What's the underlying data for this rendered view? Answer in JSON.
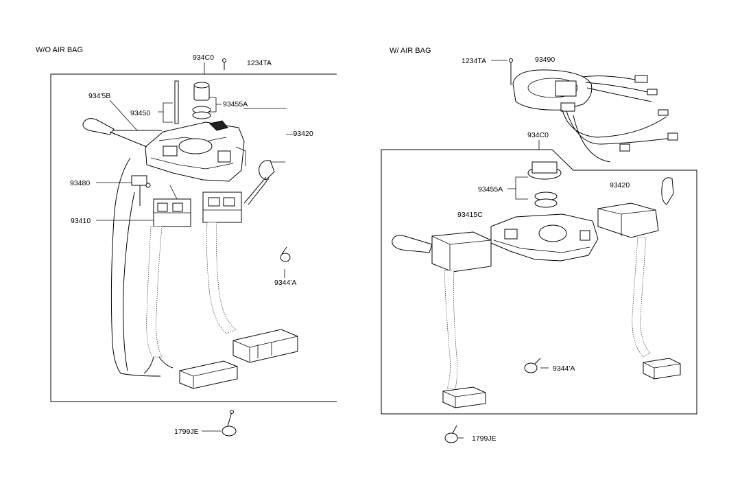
{
  "sections": {
    "left": {
      "title": "W/O AIR BAG"
    },
    "right": {
      "title": "W/ AIR BAG"
    }
  },
  "labels": {
    "left": {
      "p93400": "934C0",
      "p1234TA": "1234TA",
      "p93415B": "934'5B",
      "p93450": "93450",
      "p93455A": "93455A",
      "p93420": "—93420",
      "p93480": "93480",
      "p93410": "93410",
      "p93441A": "9344'A",
      "p1799JE": "1799JE"
    },
    "right": {
      "p1234TA": "1234TA",
      "p93490": "93490",
      "p93400": "934C0",
      "p93455A": "93455A",
      "p93420": "93420",
      "p93415C": "93415C",
      "p93441A": "9344'A",
      "p1799JE": "1799JE"
    }
  }
}
